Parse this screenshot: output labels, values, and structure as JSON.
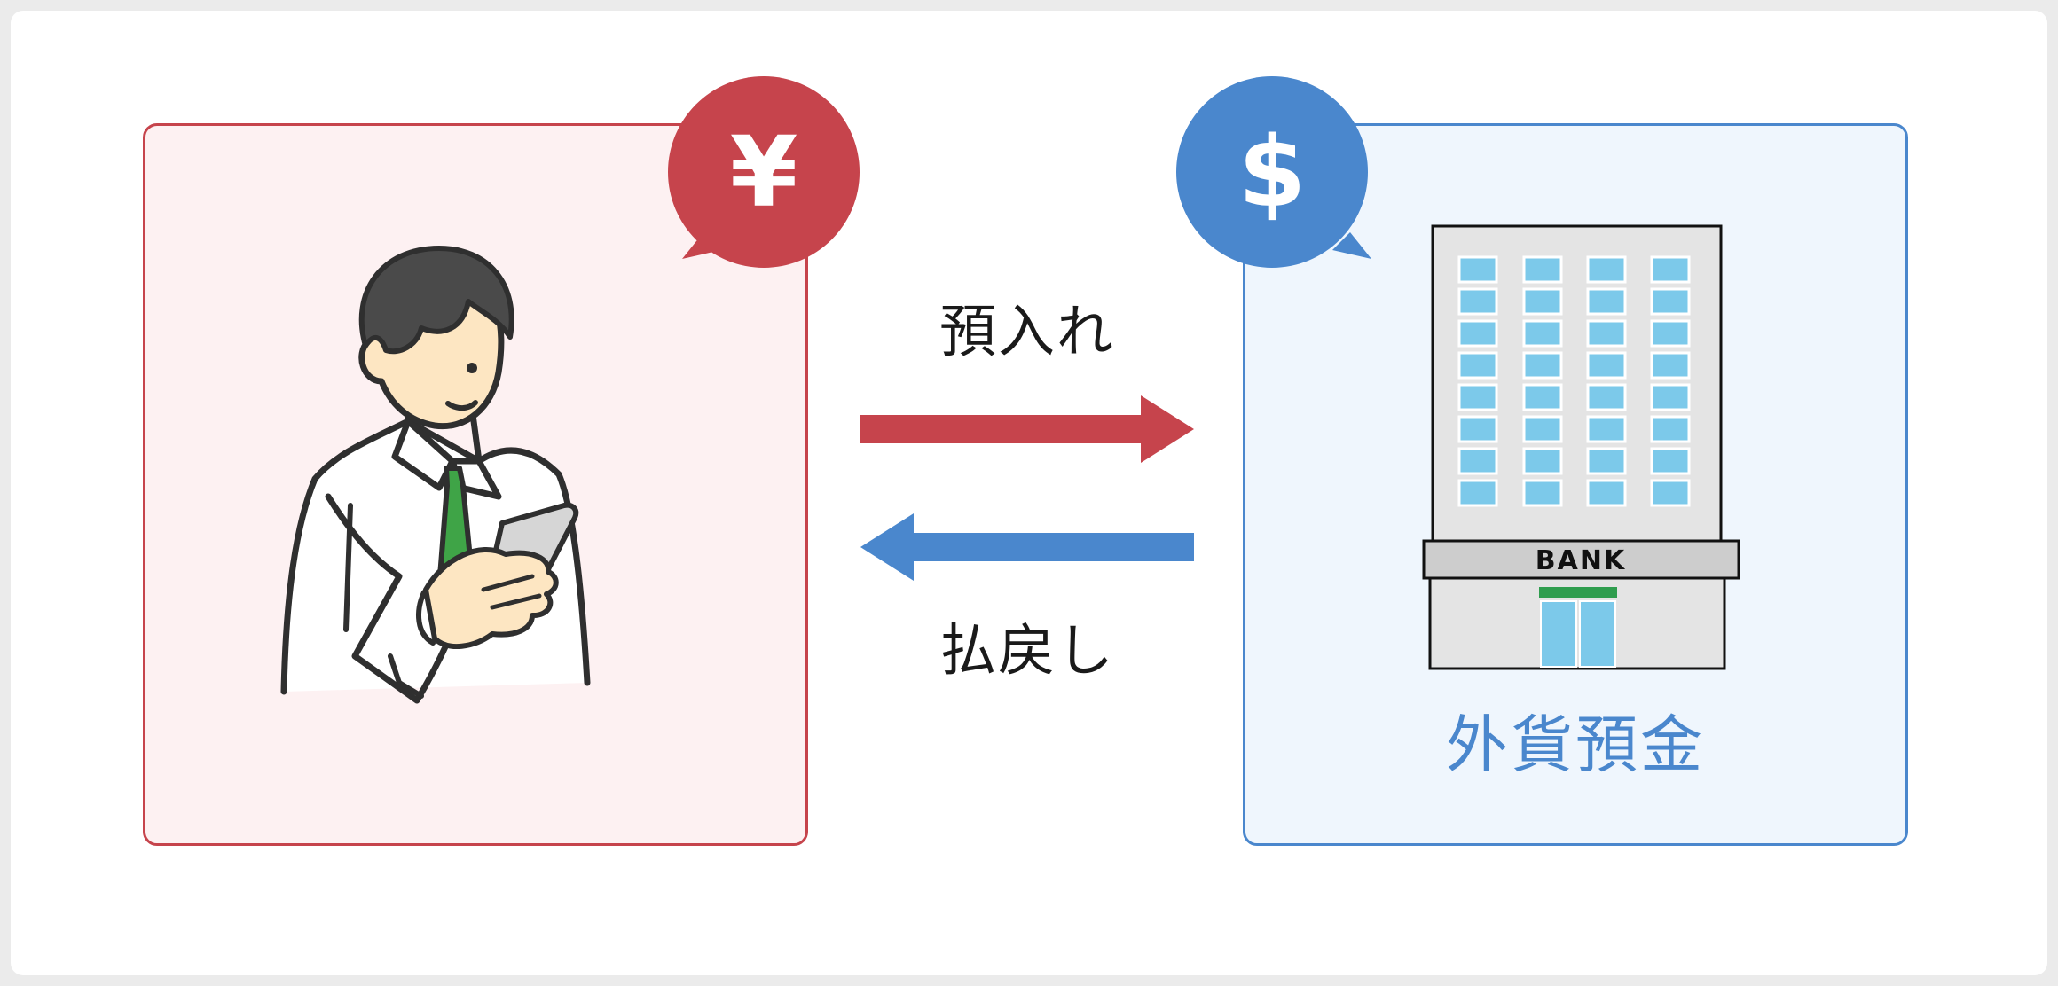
{
  "diagram": {
    "left_panel": {
      "currency_symbol": "¥",
      "accent_color": "#c6444c",
      "background_color": "#fdf1f2",
      "illustration": "person-using-smartphone"
    },
    "right_panel": {
      "currency_symbol": "$",
      "accent_color": "#4a87cd",
      "background_color": "#eff6fd",
      "illustration": "bank-building",
      "bank_sign": "BANK",
      "caption": "外貨預金"
    },
    "arrows": [
      {
        "label": "預入れ",
        "direction": "right",
        "color": "#c6444c"
      },
      {
        "label": "払戻し",
        "direction": "left",
        "color": "#4a87cd"
      }
    ]
  }
}
